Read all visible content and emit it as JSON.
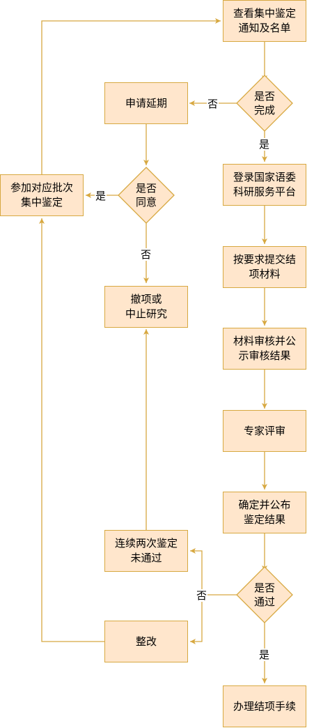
{
  "nodes": {
    "view_notice": "查看集中鉴定\n通知及名单",
    "done_q": "是否\n完成",
    "apply_delay": "申请延期",
    "login": "登录国家语委\n科研服务平台",
    "agree_q": "是否\n同意",
    "join_batch": "参加对应批次\n集中鉴定",
    "submit": "按要求提交结\n项材料",
    "withdraw": "撤项或\n中止研究",
    "review_publish": "材料审核并公\n示审核结果",
    "expert": "专家评审",
    "confirm": "确定并公布\n鉴定结果",
    "fail_twice": "连续两次鉴定\n未通过",
    "pass_q": "是否\n通过",
    "rectify": "整改",
    "finish": "办理结项手续"
  },
  "labels": {
    "no_1": "否",
    "yes_1": "是",
    "yes_2": "是",
    "no_2": "否",
    "no_3": "否",
    "yes_3": "是"
  },
  "colors": {
    "fill": "#ffe6cc",
    "stroke": "#d7a840",
    "line": "#d7a840"
  }
}
